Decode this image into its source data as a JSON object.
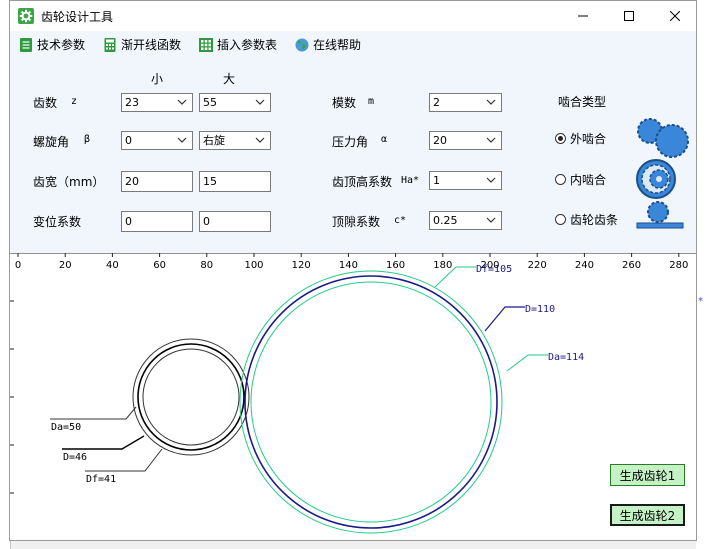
{
  "window": {
    "title": "齿轮设计工具"
  },
  "menu": [
    {
      "label": "技术参数",
      "icon": "document-icon"
    },
    {
      "label": "渐开线函数",
      "icon": "calculator-icon"
    },
    {
      "label": "插入参数表",
      "icon": "table-icon"
    },
    {
      "label": "在线帮助",
      "icon": "globe-icon"
    }
  ],
  "headers": {
    "small": "小",
    "large": "大"
  },
  "params_left": [
    {
      "label": "齿数",
      "symbol": "z",
      "small": "23",
      "large": "55",
      "type": "select"
    },
    {
      "label": "螺旋角",
      "symbol": "β",
      "small": "0",
      "large": "右旋",
      "type": "select"
    },
    {
      "label": "齿宽（mm）",
      "symbol": "",
      "small": "20",
      "large": "15",
      "type": "input"
    },
    {
      "label": "变位系数",
      "symbol": "",
      "small": "0",
      "large": "0",
      "type": "input"
    }
  ],
  "params_right": [
    {
      "label": "模数",
      "symbol": "m",
      "value": "2"
    },
    {
      "label": "压力角",
      "symbol": "α",
      "value": "20"
    },
    {
      "label": "齿顶高系数",
      "symbol": "Ha*",
      "value": "1"
    },
    {
      "label": "顶隙系数",
      "symbol": "c*",
      "value": "0.25"
    }
  ],
  "mesh": {
    "title": "啮合类型",
    "options": [
      {
        "label": "外啮合",
        "selected": true
      },
      {
        "label": "内啮合",
        "selected": false
      },
      {
        "label": "齿轮齿条",
        "selected": false
      }
    ]
  },
  "ruler": {
    "ticks": [
      "0",
      "20",
      "40",
      "60",
      "80",
      "100",
      "120",
      "140",
      "160",
      "180",
      "200",
      "220",
      "240",
      "260",
      "280"
    ]
  },
  "drawing": {
    "small_labels": [
      "Da=50",
      "D=46",
      "Df=41"
    ],
    "large_labels": [
      "Df=105",
      "D=110",
      "Da=114"
    ]
  },
  "buttons": {
    "gen1": "生成齿轮1",
    "gen2": "生成齿轮2"
  },
  "colors": {
    "panel": "#f0f6fc",
    "green_circle": "#22cc88",
    "blue_circle": "#1a1a88",
    "button_fill": "#c5f2c5",
    "gear_blue": "#3a86d8"
  }
}
